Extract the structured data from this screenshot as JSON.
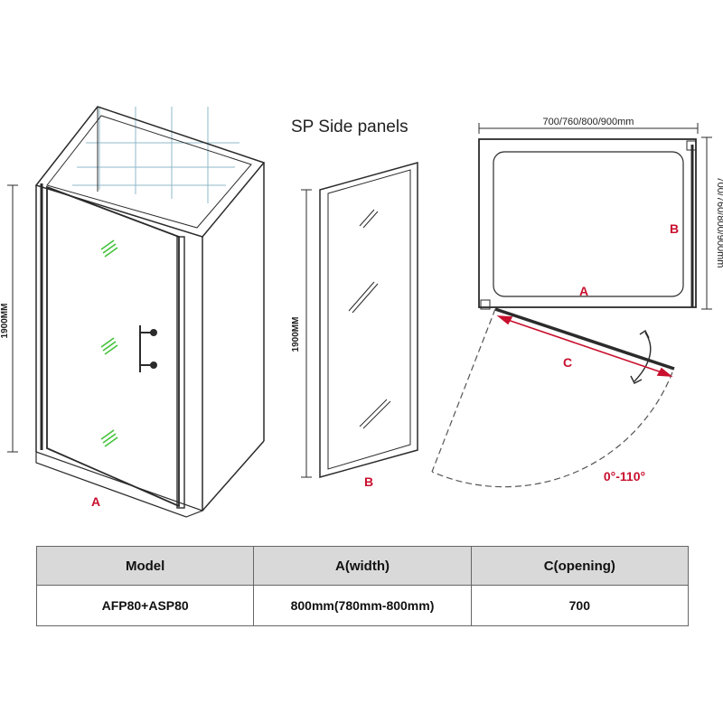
{
  "panel_title": "SP  Side panels",
  "labels": {
    "enclosure_width": "A",
    "enclosure_height": "1900MM",
    "side_panel_height": "1900MM",
    "side_panel_width": "B",
    "plan_width_dim": "700/760/800/900mm",
    "plan_depth_dim": "700/760/800/900mm",
    "plan_a": "A",
    "plan_b": "B",
    "plan_c": "C",
    "swing_angle": "0°-110°"
  },
  "colors": {
    "accent_red": "#c8102e",
    "line": "#2b2b2b",
    "tile": "#8fb8c9",
    "glass_mark": "#44c23a"
  },
  "table": {
    "headers": [
      "Model",
      "A(width)",
      "C(opening)"
    ],
    "rows": [
      [
        "AFP80+ASP80",
        "800mm(780mm-800mm)",
        "700"
      ]
    ]
  }
}
